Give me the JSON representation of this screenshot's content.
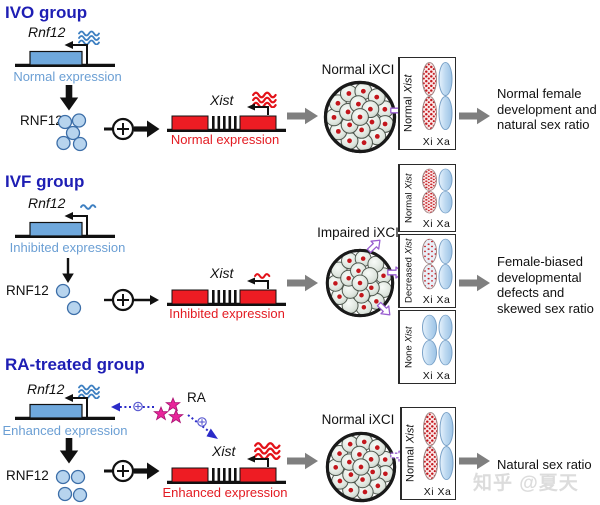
{
  "shared": {
    "xi_xa_label": "Xi Xa"
  },
  "watermark": "知乎 @夏天",
  "colors": {
    "title_blue": "#1e1eb4",
    "expression_blue": "#6b9fd4",
    "expression_red": "#e31b22",
    "gene_box_blue": "#6fa8dc",
    "xist_box_red": "#ee1c23",
    "ra_pink": "#e8259a",
    "flow_arrow_gray": "#7f7f7f",
    "xist_escape_purple": "#9a5fd0"
  },
  "groups": [
    {
      "title": "IVO group",
      "gene_label": "Rnf12",
      "gene_expression": "Normal expression",
      "protein_label": "RNF12",
      "xist_label": "Xist",
      "xist_expression": "Normal expression",
      "embryo_label": "Normal iXCI",
      "panels": [
        {
          "level": "Normal",
          "gene": "Xist"
        }
      ],
      "outcome": "Normal female\ndevelopment and\nnatural sex ratio"
    },
    {
      "title": "IVF group",
      "gene_label": "Rnf12",
      "gene_expression": "Inhibited expression",
      "protein_label": "RNF12",
      "xist_label": "Xist",
      "xist_expression": "Inhibited expression",
      "embryo_label": "Impaired iXCI",
      "panels": [
        {
          "level": "Normal",
          "gene": "Xist"
        },
        {
          "level": "Decreased",
          "gene": "Xist"
        },
        {
          "level": "None",
          "gene": "Xist"
        }
      ],
      "outcome": "Female-biased\ndevelopmental\ndefects and\nskewed sex ratio"
    },
    {
      "title": "RA-treated group",
      "gene_label": "Rnf12",
      "gene_expression": "Enhanced expression",
      "protein_label": "RNF12",
      "ra_label": "RA",
      "xist_label": "Xist",
      "xist_expression": "Enhanced expression",
      "embryo_label": "Normal iXCI",
      "panels": [
        {
          "level": "Normal",
          "gene": "Xist"
        }
      ],
      "outcome": "Natural sex ratio"
    }
  ]
}
